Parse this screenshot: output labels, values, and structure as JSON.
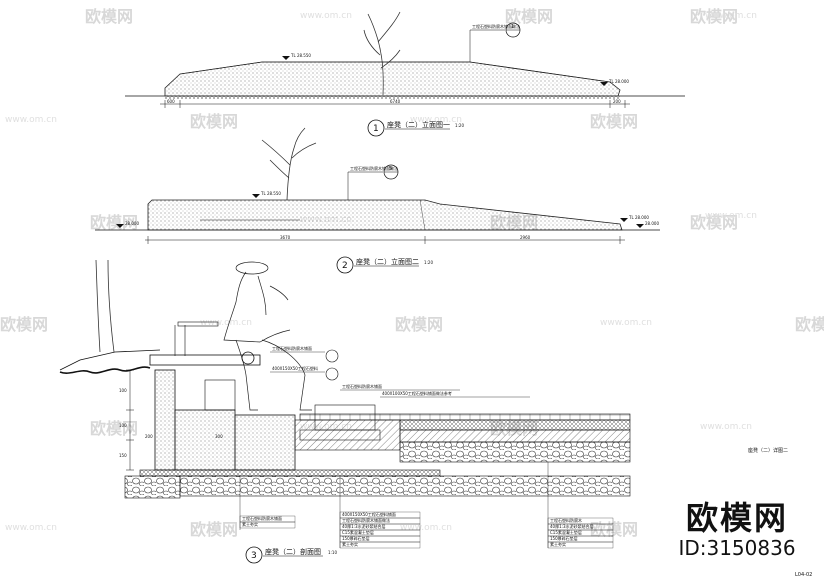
{
  "watermark": {
    "brand": "欧模网",
    "url": "www.om.cn"
  },
  "views": {
    "plan_view": {
      "number": "1",
      "title": "座凳（二）立面图一",
      "scale": "1:20",
      "callout": "1",
      "note": "工程石塑料防腐木铺面做法",
      "level_left": "TL 28.550",
      "level_right": "TL 28.000",
      "dim_left": "600",
      "dim_total": "6740",
      "dim_right": "200"
    },
    "elevation_view": {
      "number": "2",
      "title": "座凳（二）立面图二",
      "scale": "1:20",
      "callout": "5",
      "note": "工程石塑料防腐木铺面做法",
      "level_top": "TL 28.550",
      "level_left": "28.000",
      "level_right_a": "TL 28.000",
      "level_right_b": "28.000",
      "dim_left": "3670",
      "dim_right": "2960"
    },
    "section_view": {
      "number": "3",
      "title": "座凳（二）剖面图",
      "scale": "1:10",
      "dims": [
        "100",
        "100",
        "150",
        "200",
        "300"
      ],
      "notes_top": [
        "工程石塑料防腐木铺面",
        "400X150X50工程石塑料",
        "工程石塑料防腐木铺面",
        "400X100X50工程石塑料铺面做法参考"
      ],
      "notes_bottom_left": [
        "工程石塑料防腐木铺面",
        "素土夯实"
      ],
      "notes_bottom_mid": [
        "400X150X50工程石塑料铺面",
        "工程石塑料防腐木铺面做法",
        "40厚1:3水泥砂浆结合层",
        "C15素混凝土垫层",
        "150厚碎石垫层",
        "素土夯实"
      ],
      "notes_bottom_right": [
        "工程石塑料防腐木",
        "40厚1:3水泥砂浆结合层",
        "C15素混凝土垫层",
        "150厚碎石垫层",
        "素土夯实"
      ]
    }
  },
  "detail_title": "座凳（二）详图二",
  "drawing_number": "L04-02",
  "brand": {
    "name": "欧模网",
    "id": "ID:3150836"
  }
}
